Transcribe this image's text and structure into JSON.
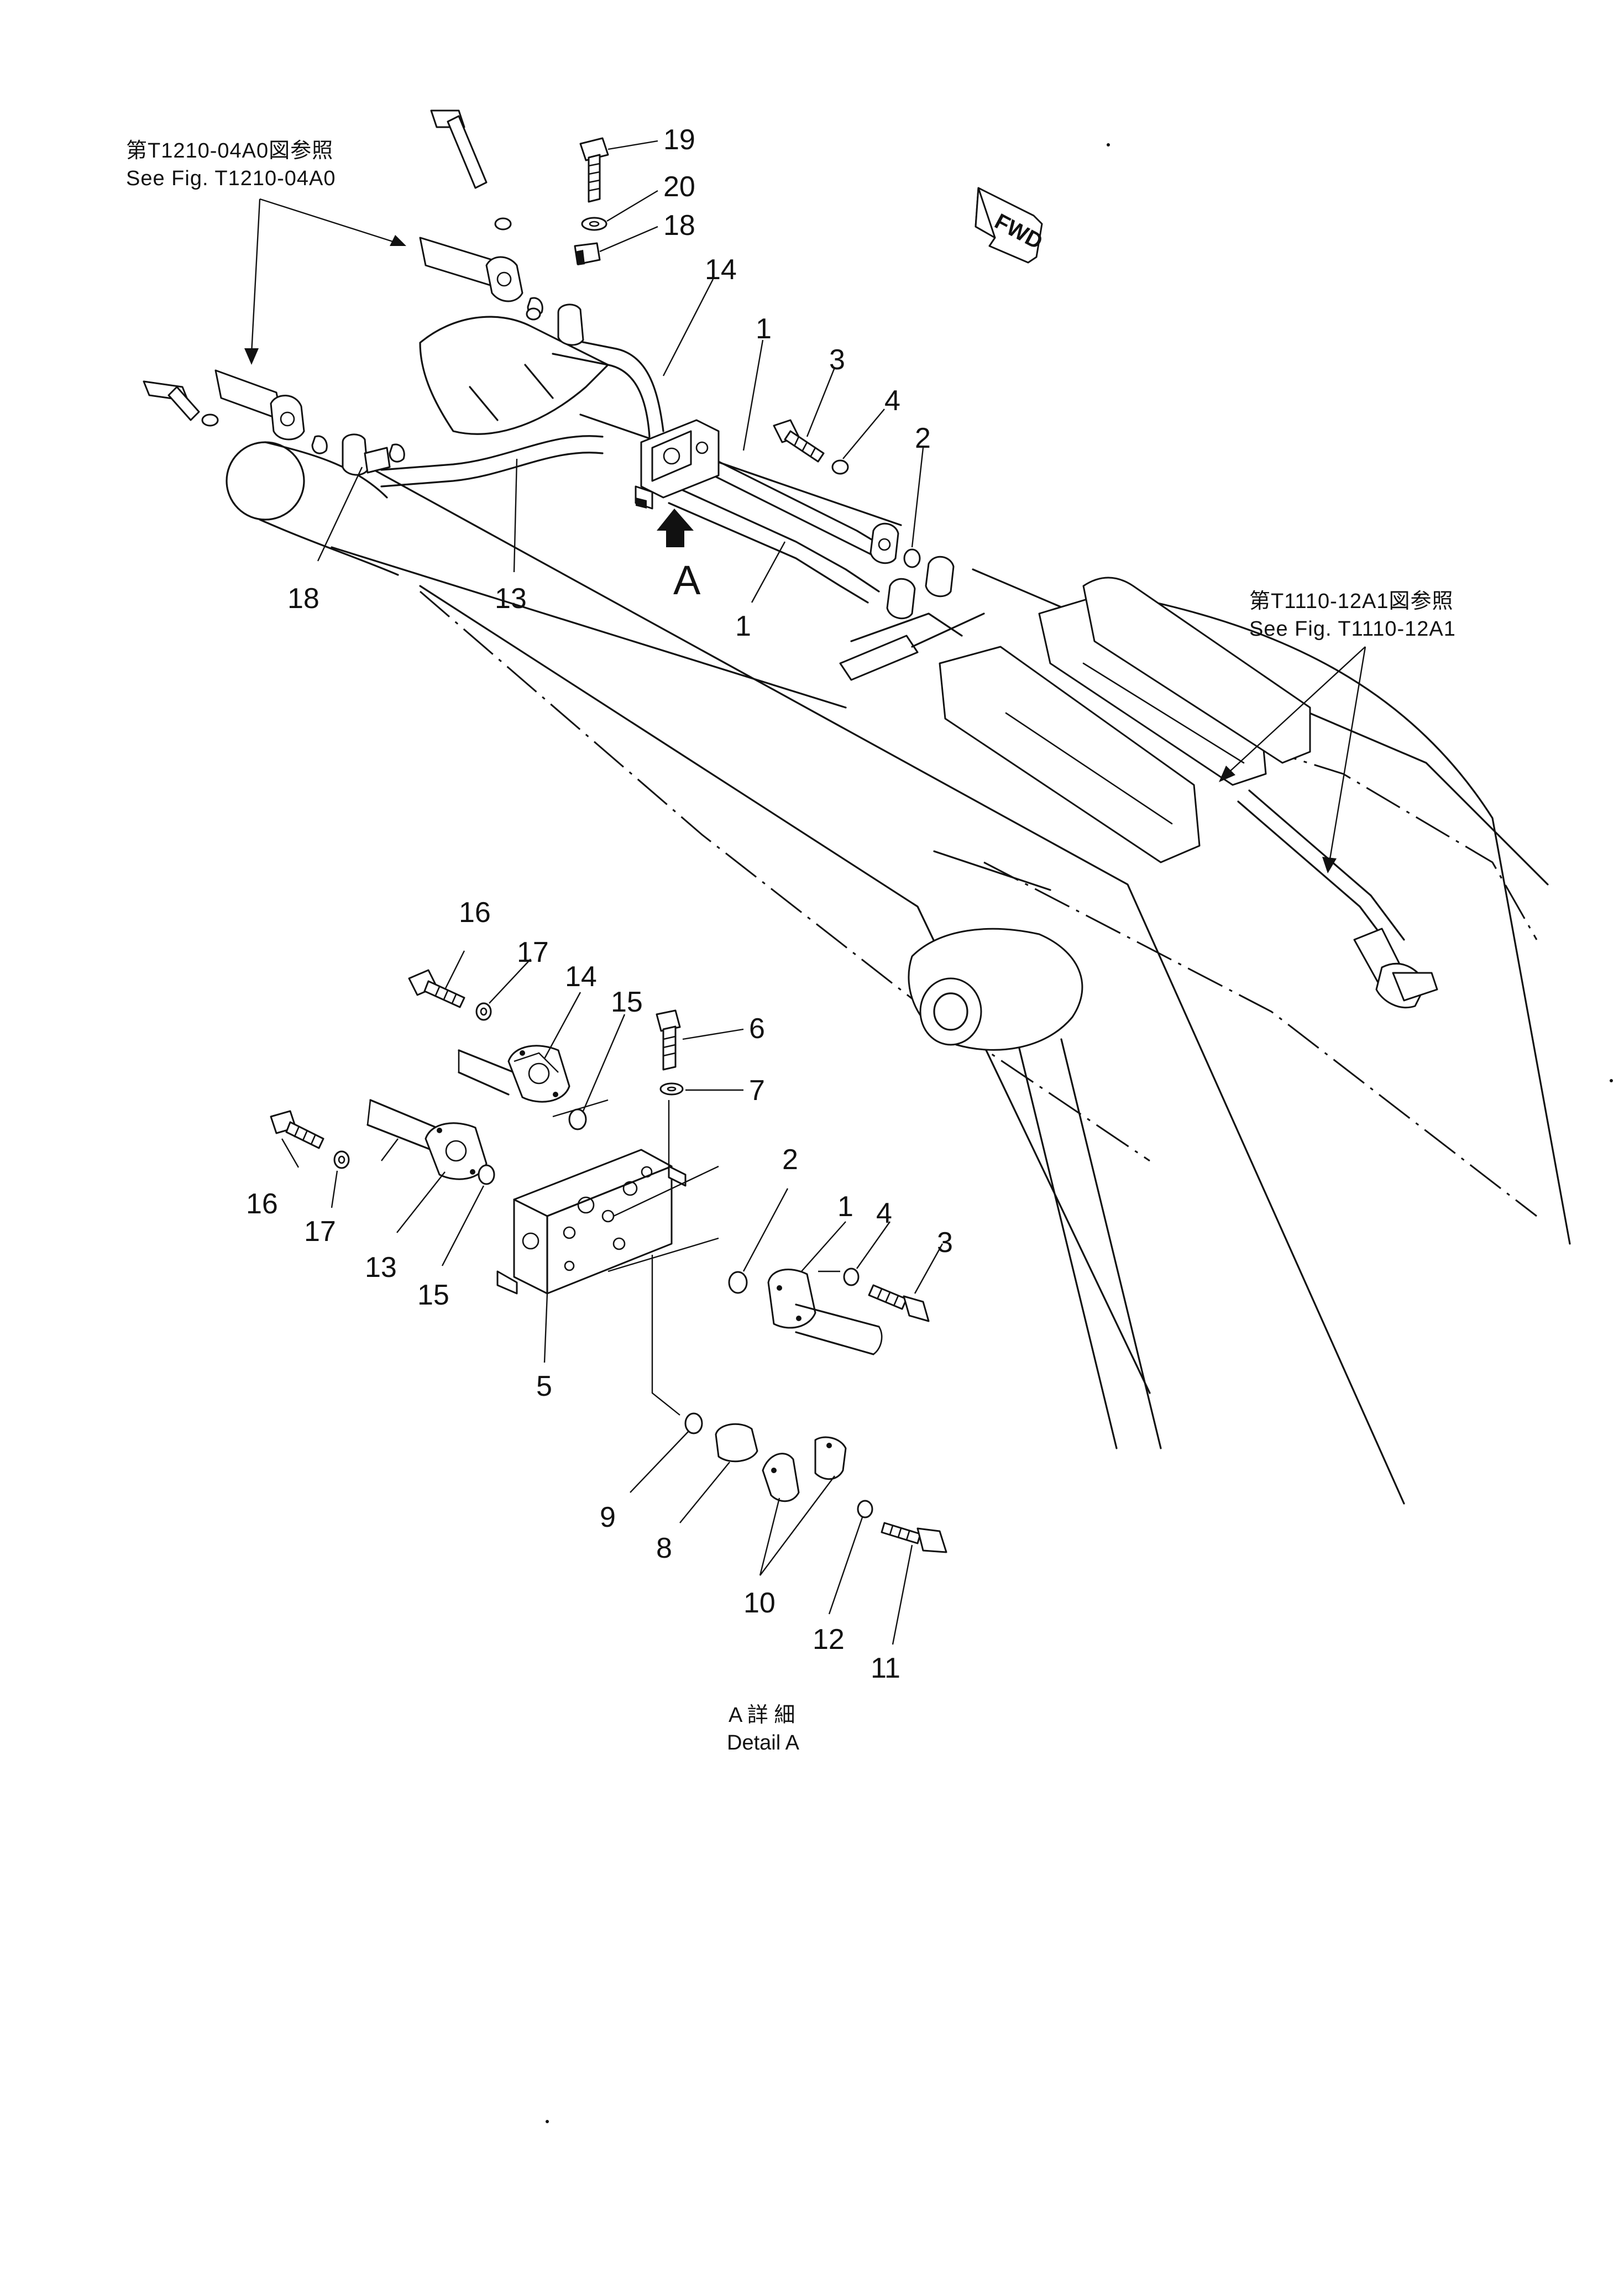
{
  "references": {
    "top_left": {
      "jp": "第T1210-04A0図参照",
      "en": "See  Fig. T1210-04A0"
    },
    "right": {
      "jp": "第T1110-12A1図参照",
      "en": "See  Fig. T1110-12A1"
    }
  },
  "direction": {
    "label": "FWD"
  },
  "view_marker": {
    "letter": "A"
  },
  "detail_caption": {
    "jp": "A  詳 細",
    "en": "Detail  A"
  },
  "main_callouts": [
    "19",
    "20",
    "18",
    "14",
    "1",
    "3",
    "4",
    "2",
    "13",
    "18",
    "1"
  ],
  "detail_callouts": [
    "16",
    "17",
    "14",
    "15",
    "6",
    "7",
    "16",
    "17",
    "13",
    "15",
    "5",
    "2",
    "1",
    "4",
    "3",
    "9",
    "8",
    "10",
    "12",
    "11"
  ],
  "icons": [
    "fwd-arrow-icon",
    "view-arrow-icon"
  ],
  "colors": {
    "ink": "#111111",
    "paper": "#ffffff"
  }
}
